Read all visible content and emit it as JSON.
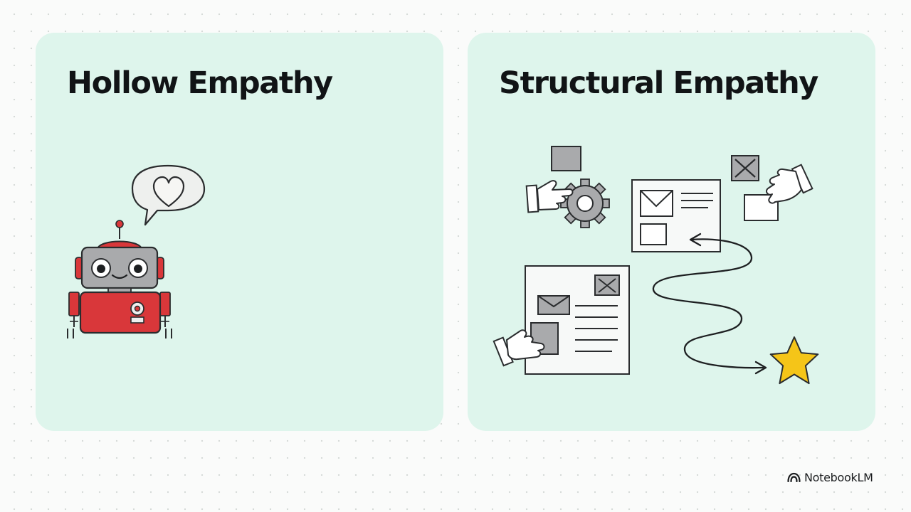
{
  "slide": {
    "left_panel": {
      "title": "Hollow Empathy",
      "icons": [
        "robot-icon",
        "heart-speech-bubble-icon"
      ]
    },
    "right_panel": {
      "title": "Structural Empathy",
      "icons": [
        "hand-icon",
        "gear-icon",
        "document-icon",
        "curved-arrow-icon",
        "star-icon"
      ]
    }
  },
  "brand": {
    "name": "NotebookLM",
    "icon": "notebooklm-logo-icon"
  },
  "colors": {
    "panel": "#def5ec",
    "robot_red": "#d9373a",
    "robot_gray": "#a9aaac",
    "star": "#f5c518",
    "ink": "#1d1f21"
  }
}
